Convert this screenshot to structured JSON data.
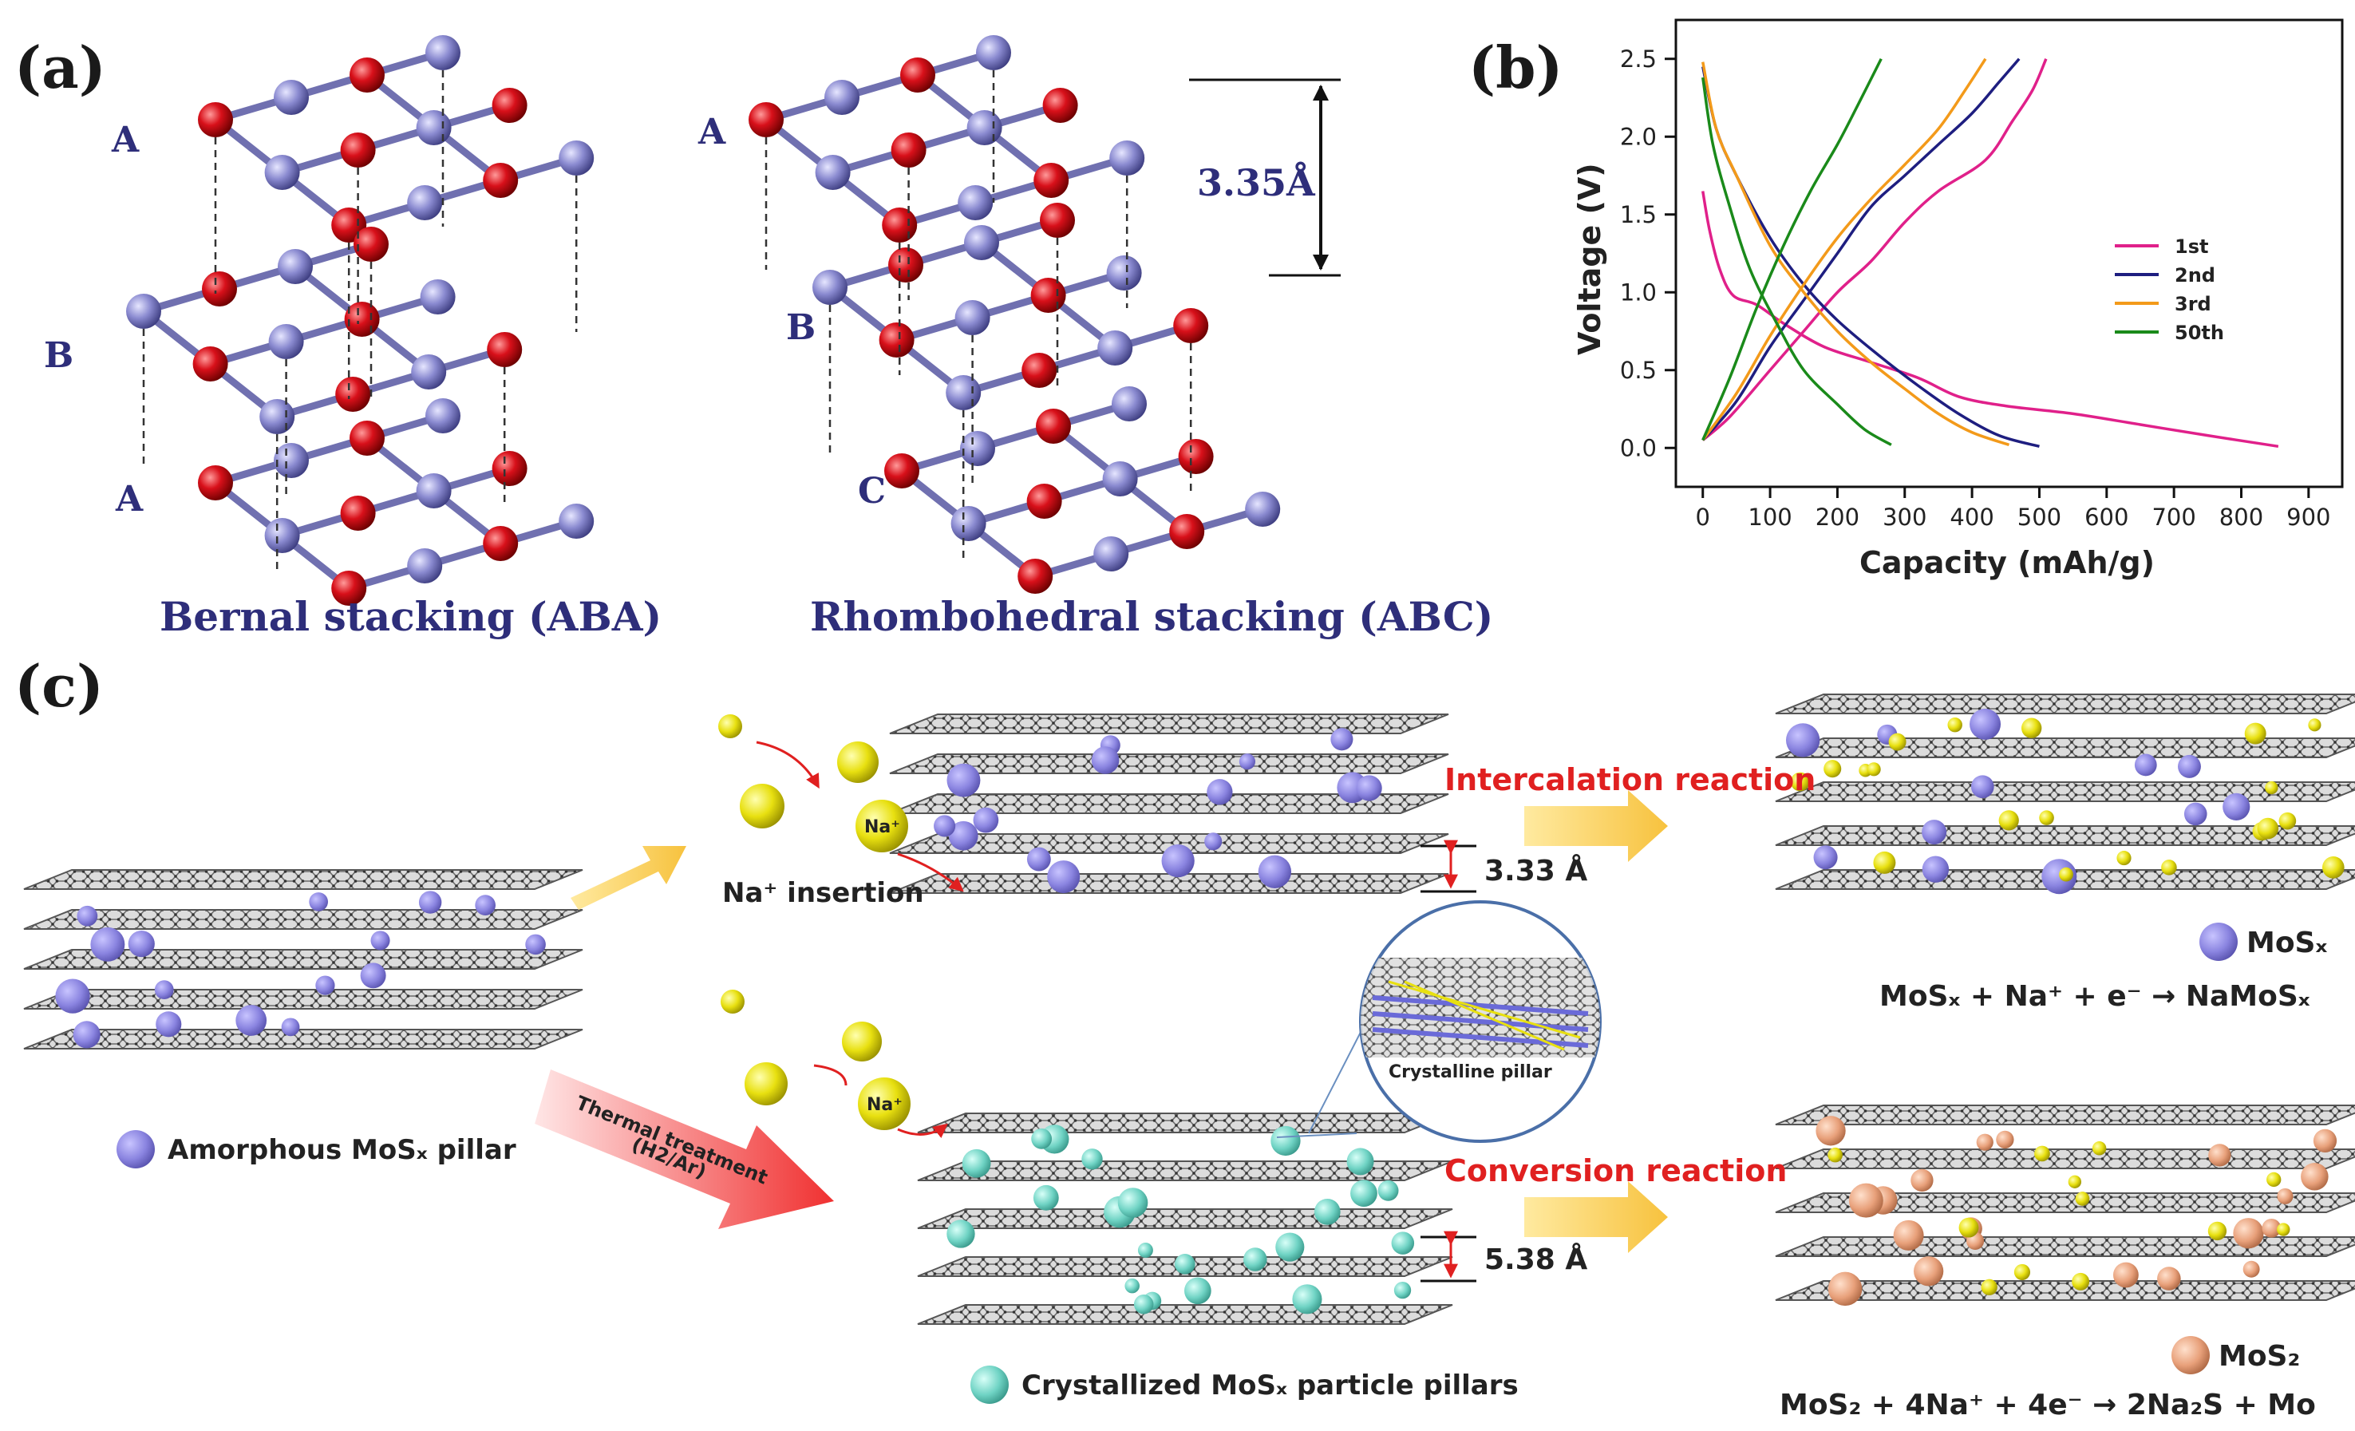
{
  "figure": {
    "panel_a": {
      "label": "(a)",
      "left_layers": [
        "A",
        "B",
        "A"
      ],
      "right_layers": [
        "A",
        "B",
        "C"
      ],
      "left_caption": "Bernal stacking (ABA)",
      "right_caption": "Rhombohedral stacking (ABC)",
      "interlayer_distance": "3.35Å"
    },
    "panel_b": {
      "label": "(b)"
    },
    "panel_c": {
      "label": "(c)",
      "insertion_label": "Na⁺ insertion",
      "na_label": "Na⁺",
      "na_label_2": "Na⁺",
      "spacing_top": "3.33 Å",
      "spacing_bottom": "5.38 Å",
      "intercalation": "Intercalation reaction",
      "conversion": "Conversion reaction",
      "amorphous_label": "Amorphous MoSₓ pillar",
      "crystallized_label": "Crystallized MoSₓ particle pillars",
      "thermal_line1": "Thermal treatment",
      "thermal_line2": "(H2/Ar)",
      "inset_label": "Crystalline pillar",
      "legend_mosx": "MoSₓ",
      "legend_mos2": "MoS₂",
      "eq_intercalation": "MoSₓ + Na⁺ + e⁻ → NaMoSₓ",
      "eq_conversion": "MoS₂ + 4Na⁺ + 4e⁻ → 2Na₂S + Mo"
    },
    "colors": {
      "atom_red": "#d8101a",
      "atom_blue": "#8a8ad0",
      "bond": "#7070b0",
      "mosx_purple": "#8a84e0",
      "mos2_peach": "#e8a07a",
      "na_yellow": "#e8e010",
      "crystal_teal": "#6fd3c4",
      "arrow_yellow": "#f9d060",
      "reaction_red": "#e02020"
    }
  },
  "chart_data": {
    "type": "line",
    "xlabel": "Capacity (mAh/g)",
    "ylabel": "Voltage (V)",
    "xlim": [
      -40,
      950
    ],
    "ylim": [
      -0.25,
      2.75
    ],
    "xticks": [
      0,
      100,
      200,
      300,
      400,
      500,
      600,
      700,
      800,
      900
    ],
    "yticks": [
      0.0,
      0.5,
      1.0,
      1.5,
      2.0,
      2.5
    ],
    "legend_position": "center-right",
    "series": [
      {
        "name": "1st",
        "color": "#e0208a",
        "discharge": [
          [
            0,
            1.65
          ],
          [
            10,
            1.4
          ],
          [
            25,
            1.15
          ],
          [
            45,
            0.98
          ],
          [
            80,
            0.92
          ],
          [
            120,
            0.8
          ],
          [
            180,
            0.65
          ],
          [
            250,
            0.55
          ],
          [
            320,
            0.45
          ],
          [
            380,
            0.33
          ],
          [
            450,
            0.27
          ],
          [
            550,
            0.22
          ],
          [
            650,
            0.15
          ],
          [
            750,
            0.08
          ],
          [
            855,
            0.01
          ]
        ],
        "charge": [
          [
            0,
            0.05
          ],
          [
            40,
            0.2
          ],
          [
            100,
            0.5
          ],
          [
            150,
            0.75
          ],
          [
            200,
            1.0
          ],
          [
            250,
            1.2
          ],
          [
            300,
            1.45
          ],
          [
            350,
            1.65
          ],
          [
            420,
            1.85
          ],
          [
            460,
            2.1
          ],
          [
            490,
            2.3
          ],
          [
            510,
            2.5
          ]
        ]
      },
      {
        "name": "2nd",
        "color": "#1e1e80",
        "discharge": [
          [
            0,
            2.45
          ],
          [
            20,
            2.05
          ],
          [
            50,
            1.75
          ],
          [
            100,
            1.35
          ],
          [
            150,
            1.05
          ],
          [
            200,
            0.82
          ],
          [
            260,
            0.6
          ],
          [
            320,
            0.4
          ],
          [
            380,
            0.22
          ],
          [
            440,
            0.08
          ],
          [
            500,
            0.01
          ]
        ],
        "charge": [
          [
            0,
            0.05
          ],
          [
            50,
            0.3
          ],
          [
            100,
            0.65
          ],
          [
            150,
            0.95
          ],
          [
            200,
            1.25
          ],
          [
            250,
            1.55
          ],
          [
            300,
            1.75
          ],
          [
            350,
            1.95
          ],
          [
            400,
            2.15
          ],
          [
            440,
            2.35
          ],
          [
            470,
            2.5
          ]
        ]
      },
      {
        "name": "3rd",
        "color": "#f39a1a",
        "discharge": [
          [
            0,
            2.48
          ],
          [
            20,
            2.05
          ],
          [
            50,
            1.75
          ],
          [
            100,
            1.3
          ],
          [
            150,
            1.0
          ],
          [
            200,
            0.75
          ],
          [
            250,
            0.55
          ],
          [
            300,
            0.38
          ],
          [
            350,
            0.22
          ],
          [
            400,
            0.1
          ],
          [
            455,
            0.02
          ]
        ],
        "charge": [
          [
            0,
            0.05
          ],
          [
            50,
            0.35
          ],
          [
            100,
            0.72
          ],
          [
            150,
            1.05
          ],
          [
            200,
            1.35
          ],
          [
            250,
            1.6
          ],
          [
            300,
            1.82
          ],
          [
            350,
            2.05
          ],
          [
            390,
            2.3
          ],
          [
            420,
            2.5
          ]
        ]
      },
      {
        "name": "50th",
        "color": "#1a8a1a",
        "discharge": [
          [
            0,
            2.38
          ],
          [
            15,
            1.95
          ],
          [
            40,
            1.55
          ],
          [
            70,
            1.15
          ],
          [
            110,
            0.8
          ],
          [
            150,
            0.5
          ],
          [
            200,
            0.28
          ],
          [
            240,
            0.12
          ],
          [
            280,
            0.02
          ]
        ],
        "charge": [
          [
            0,
            0.05
          ],
          [
            40,
            0.45
          ],
          [
            80,
            0.9
          ],
          [
            120,
            1.3
          ],
          [
            160,
            1.65
          ],
          [
            200,
            1.95
          ],
          [
            230,
            2.2
          ],
          [
            265,
            2.5
          ]
        ]
      }
    ]
  }
}
